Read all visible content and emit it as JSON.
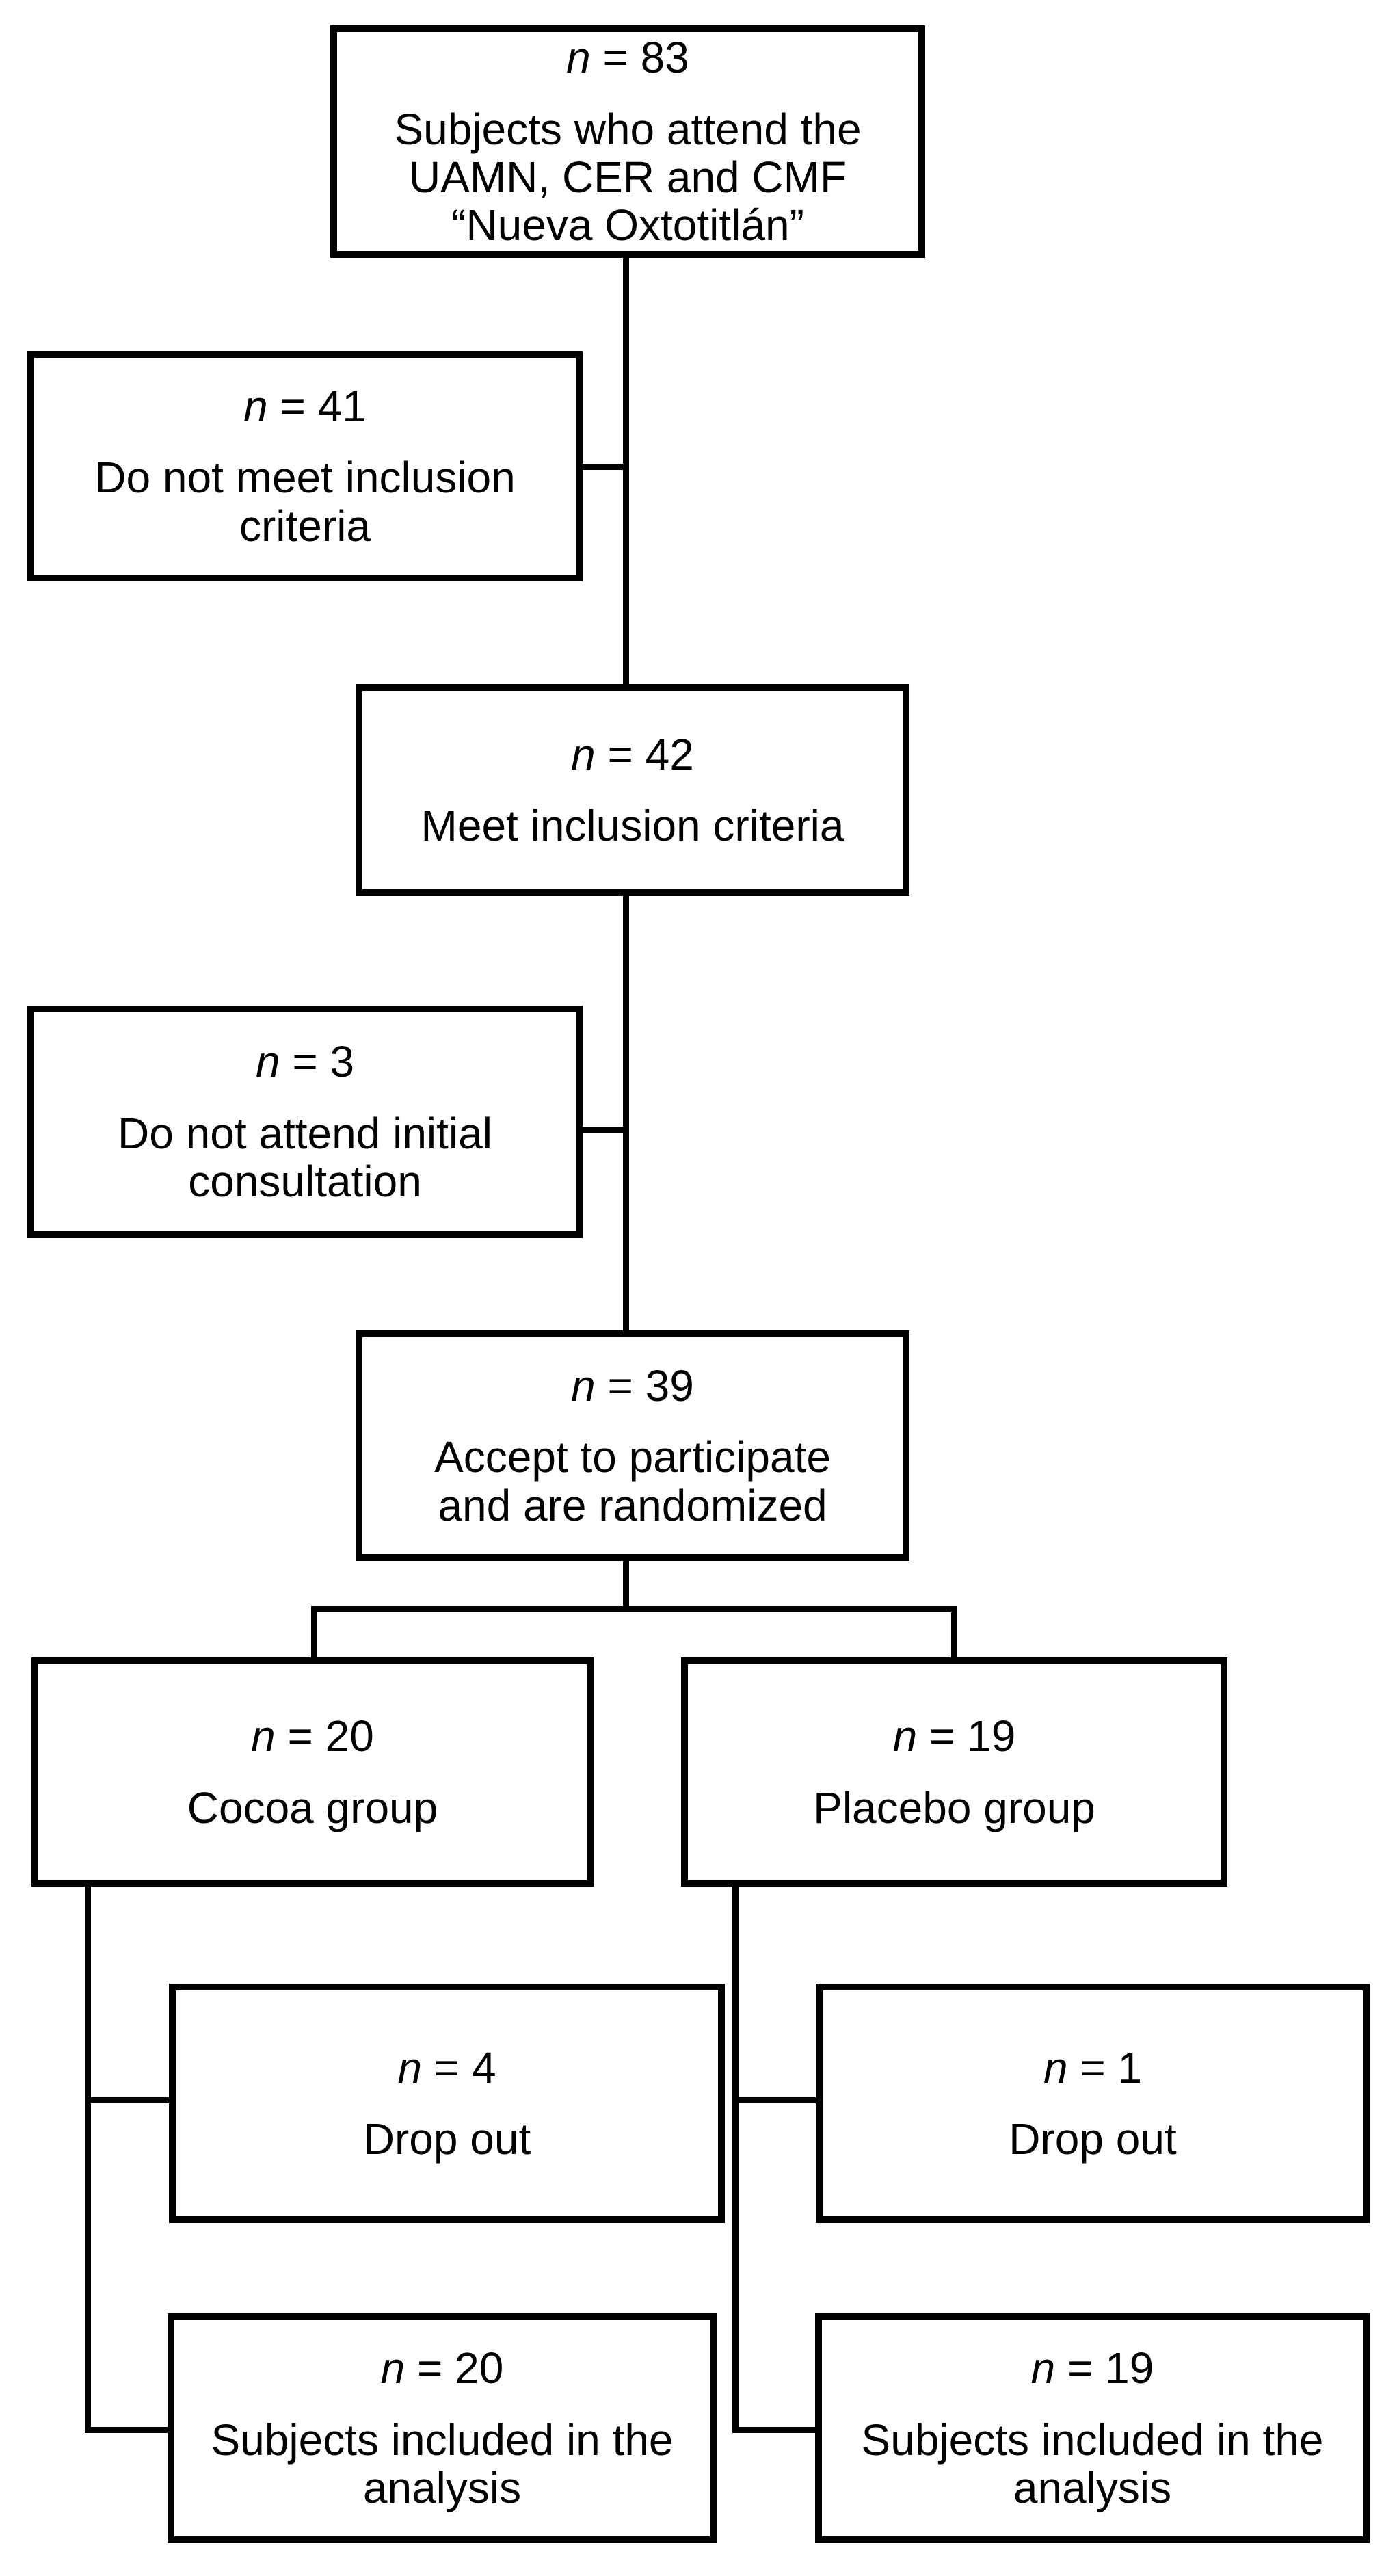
{
  "diagram": {
    "type": "flowchart",
    "colors": {
      "line": "#000000",
      "background": "#ffffff",
      "text": "#000000"
    },
    "nodes": [
      {
        "symbol": "n",
        "count_text": "= 83",
        "label": "Subjects who attend the UAMN, CER and CMF “Nueva Oxtotitlán”"
      },
      {
        "symbol": "n",
        "count_text": "= 41",
        "label": "Do not meet inclusion criteria"
      },
      {
        "symbol": "n",
        "count_text": "= 42",
        "label": "Meet inclusion criteria"
      },
      {
        "symbol": "n",
        "count_text": "= 3",
        "label": "Do not attend initial consultation"
      },
      {
        "symbol": "n",
        "count_text": "= 39",
        "label": "Accept to participate and are randomized"
      },
      {
        "symbol": "n",
        "count_text": "= 20",
        "label": "Cocoa group"
      },
      {
        "symbol": "n",
        "count_text": "= 19",
        "label": "Placebo group"
      },
      {
        "symbol": "n",
        "count_text": "= 4",
        "label": "Drop out"
      },
      {
        "symbol": "n",
        "count_text": "= 1",
        "label": "Drop out"
      },
      {
        "symbol": "n",
        "count_text": "= 20",
        "label": "Subjects included in the analysis"
      },
      {
        "symbol": "n",
        "count_text": "= 19",
        "label": "Subjects included in the analysis"
      }
    ]
  }
}
